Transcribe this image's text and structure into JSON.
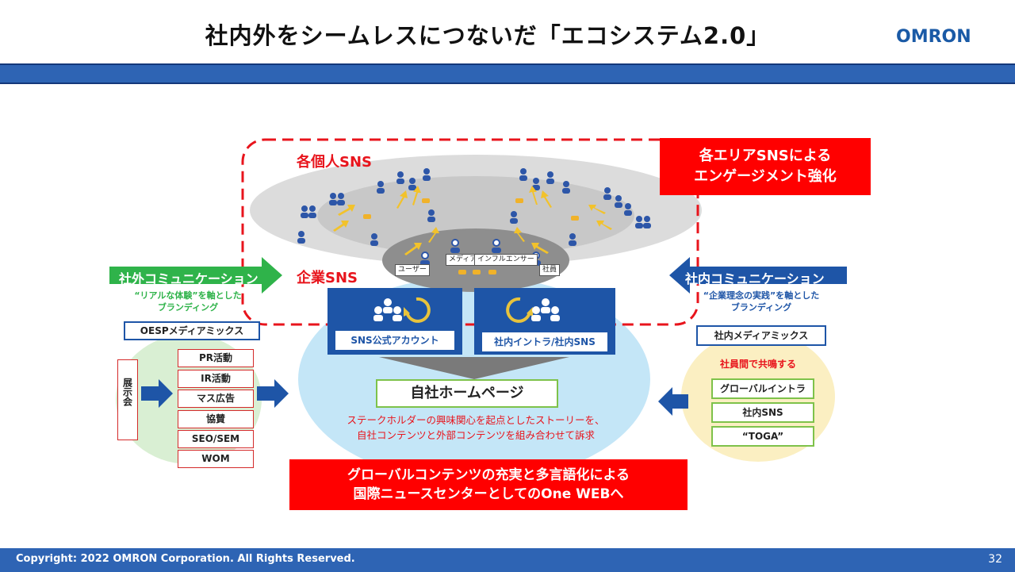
{
  "header": {
    "title": "社内外をシームレスにつないだ「エコシステム2.0」",
    "logo": "OMRON"
  },
  "footer": {
    "copyright": "Copyright: 2022 OMRON Corporation. All Rights Reserved.",
    "page": "32"
  },
  "sns": {
    "individual_label": "各個人SNS",
    "corporate_label": "企業SNS",
    "engagement_line1": "各エリアSNSによる",
    "engagement_line2": "エンゲージメント強化",
    "user_label": "ユーザー",
    "media_label": "メディア",
    "influencer_label": "インフルエンサー",
    "employee_label": "社員"
  },
  "external": {
    "arrow_label": "社外コミュニケーション",
    "sub1": "“リアルな体験”を軸とした",
    "sub2": "ブランディング",
    "mix_label": "OESPメディアミックス",
    "exhibition": "展示会",
    "items": [
      "PR活動",
      "IR活動",
      "マス広告",
      "協賛",
      "SEO/SEM",
      "WOM"
    ]
  },
  "internal": {
    "arrow_label": "社内コミュニケーション",
    "sub1": "“企業理念の実践”を軸とした",
    "sub2": "ブランディング",
    "mix_label": "社内メディアミックス",
    "resonance": "社員間で共鳴する",
    "items": [
      "グローバルイントラ",
      "社内SNS",
      "“TOGA”"
    ]
  },
  "center": {
    "official_account": "SNS公式アカウント",
    "intranet": "社内イントラ/社内SNS",
    "homepage": "自社ホームページ",
    "desc1": "ステークホルダーの興味関心を起点としたストーリーを、",
    "desc2": "自社コンテンツと外部コンテンツを組み合わせて訴求"
  },
  "bottom": {
    "line1": "グローバルコンテンツの充実と多言語化による",
    "line2": "国際ニュースセンターとしてのOne WEBへ"
  },
  "colors": {
    "red": "#ff0000",
    "blue": "#1e55a7",
    "green": "#2fb34a",
    "lightblue": "#c4e6f7",
    "lightgreen": "#d9efd3",
    "lightyellow": "#fbefc2"
  }
}
